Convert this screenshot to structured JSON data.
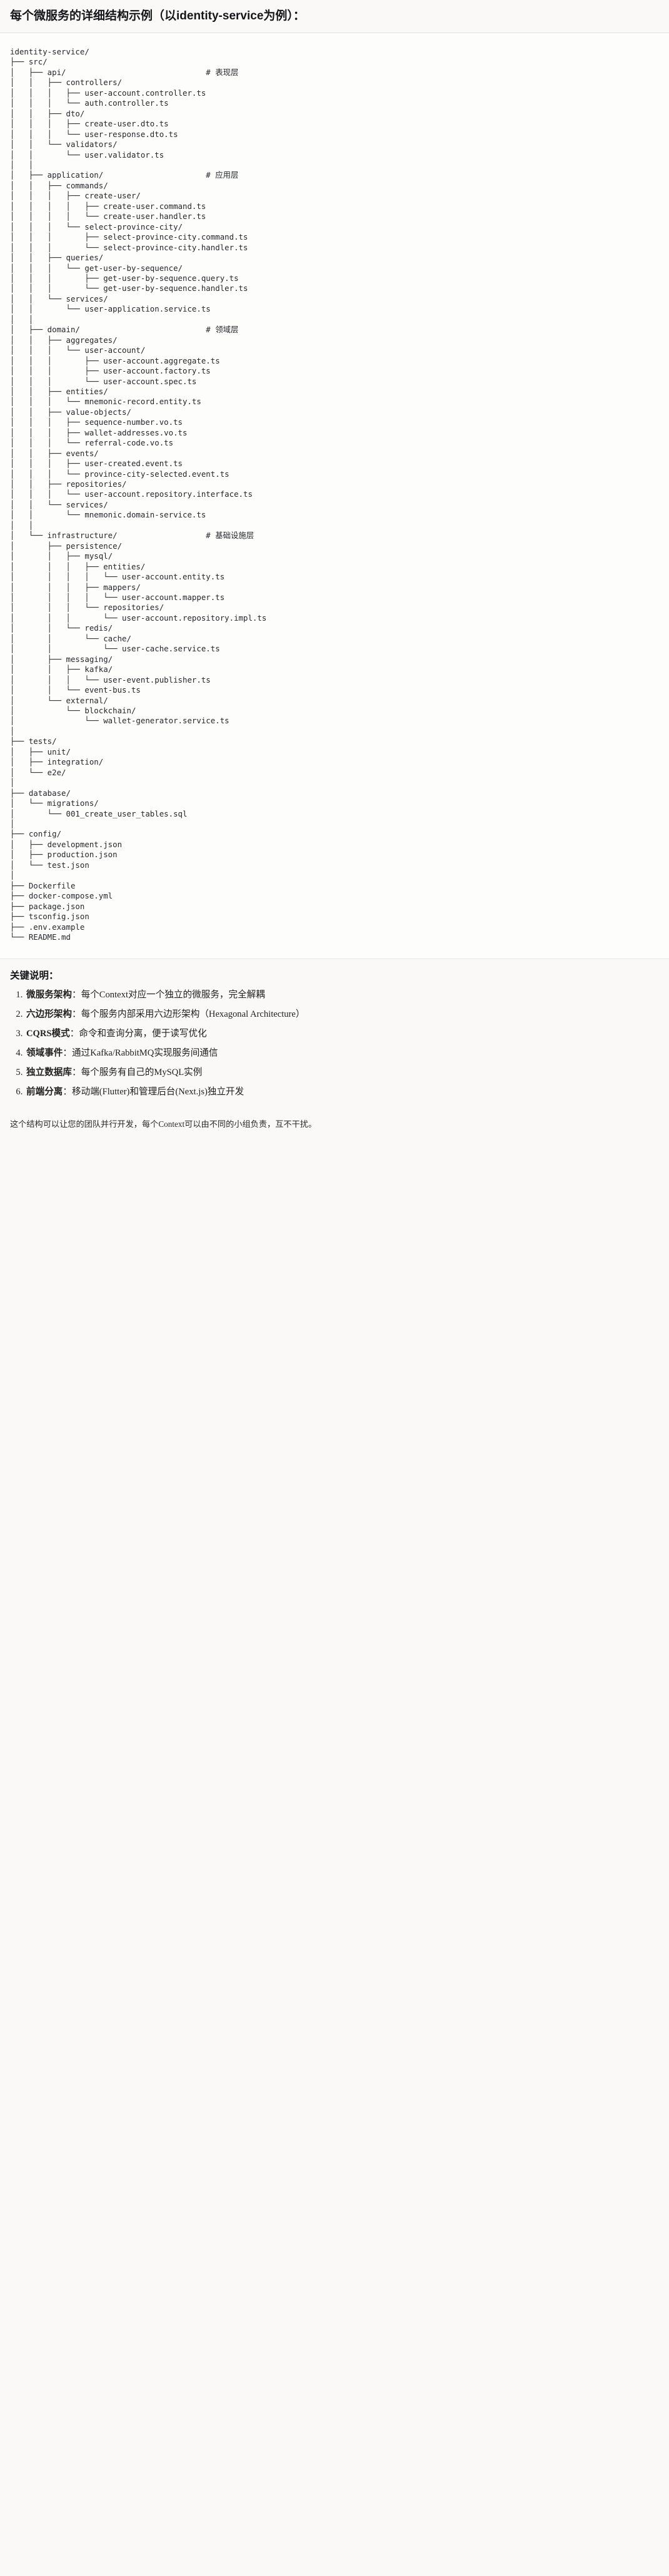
{
  "header": {
    "title_prefix": "每个微服务的详细结构示例",
    "title_paren": "（以identity-service为例）",
    "title_colon": "：",
    "title_full": "每个微服务的详细结构示例（以identity-service为例）："
  },
  "tree": {
    "root": "identity-service/",
    "comments": {
      "api": "# 表现层",
      "application": "# 应用层",
      "domain": "# 领域层",
      "infrastructure": "# 基础设施层"
    },
    "text": "identity-service/\n├── src/\n│   ├── api/                              # 表现层\n│   │   ├── controllers/\n│   │   │   ├── user-account.controller.ts\n│   │   │   └── auth.controller.ts\n│   │   ├── dto/\n│   │   │   ├── create-user.dto.ts\n│   │   │   └── user-response.dto.ts\n│   │   └── validators/\n│   │       └── user.validator.ts\n│   │\n│   ├── application/                      # 应用层\n│   │   ├── commands/\n│   │   │   ├── create-user/\n│   │   │   │   ├── create-user.command.ts\n│   │   │   │   └── create-user.handler.ts\n│   │   │   └── select-province-city/\n│   │   │       ├── select-province-city.command.ts\n│   │   │       └── select-province-city.handler.ts\n│   │   ├── queries/\n│   │   │   └── get-user-by-sequence/\n│   │   │       ├── get-user-by-sequence.query.ts\n│   │   │       └── get-user-by-sequence.handler.ts\n│   │   └── services/\n│   │       └── user-application.service.ts\n│   │\n│   ├── domain/                           # 领域层\n│   │   ├── aggregates/\n│   │   │   └── user-account/\n│   │   │       ├── user-account.aggregate.ts\n│   │   │       ├── user-account.factory.ts\n│   │   │       └── user-account.spec.ts\n│   │   ├── entities/\n│   │   │   └── mnemonic-record.entity.ts\n│   │   ├── value-objects/\n│   │   │   ├── sequence-number.vo.ts\n│   │   │   ├── wallet-addresses.vo.ts\n│   │   │   └── referral-code.vo.ts\n│   │   ├── events/\n│   │   │   ├── user-created.event.ts\n│   │   │   └── province-city-selected.event.ts\n│   │   ├── repositories/\n│   │   │   └── user-account.repository.interface.ts\n│   │   └── services/\n│   │       └── mnemonic.domain-service.ts\n│   │\n│   └── infrastructure/                   # 基础设施层\n│       ├── persistence/\n│       │   ├── mysql/\n│       │   │   ├── entities/\n│       │   │   │   └── user-account.entity.ts\n│       │   │   ├── mappers/\n│       │   │   │   └── user-account.mapper.ts\n│       │   │   └── repositories/\n│       │   │       └── user-account.repository.impl.ts\n│       │   └── redis/\n│       │       └── cache/\n│       │           └── user-cache.service.ts\n│       ├── messaging/\n│       │   ├── kafka/\n│       │   │   └── user-event.publisher.ts\n│       │   └── event-bus.ts\n│       └── external/\n│           └── blockchain/\n│               └── wallet-generator.service.ts\n│\n├── tests/\n│   ├── unit/\n│   ├── integration/\n│   └── e2e/\n│\n├── database/\n│   └── migrations/\n│       └── 001_create_user_tables.sql\n│\n├── config/\n│   ├── development.json\n│   ├── production.json\n│   └── test.json\n│\n├── Dockerfile\n├── docker-compose.yml\n├── package.json\n├── tsconfig.json\n├── .env.example\n└── README.md"
  },
  "notes": {
    "heading": "关键说明：",
    "items": [
      {
        "term": "微服务架构",
        "sep": "：",
        "desc": "每个Context对应一个独立的微服务，完全解耦"
      },
      {
        "term": "六边形架构",
        "sep": "：",
        "desc": "每个服务内部采用六边形架构（Hexagonal Architecture）"
      },
      {
        "term": "CQRS模式",
        "sep": "：",
        "desc": "命令和查询分离，便于读写优化"
      },
      {
        "term": "领域事件",
        "sep": "：",
        "desc": "通过Kafka/RabbitMQ实现服务间通信"
      },
      {
        "term": "独立数据库",
        "sep": "：",
        "desc": "每个服务有自己的MySQL实例"
      },
      {
        "term": "前端分离",
        "sep": "：",
        "desc": "移动端(Flutter)和管理后台(Next.js)独立开发"
      }
    ],
    "closing": "这个结构可以让您的团队并行开发，每个Context可以由不同的小组负责，互不干扰。"
  },
  "colors": {
    "page_bg": "#faf9f7",
    "code_bg": "#fdfdfb",
    "text": "#1f1f1f",
    "code_text": "#24272c",
    "divider": "#e6e4e0"
  }
}
